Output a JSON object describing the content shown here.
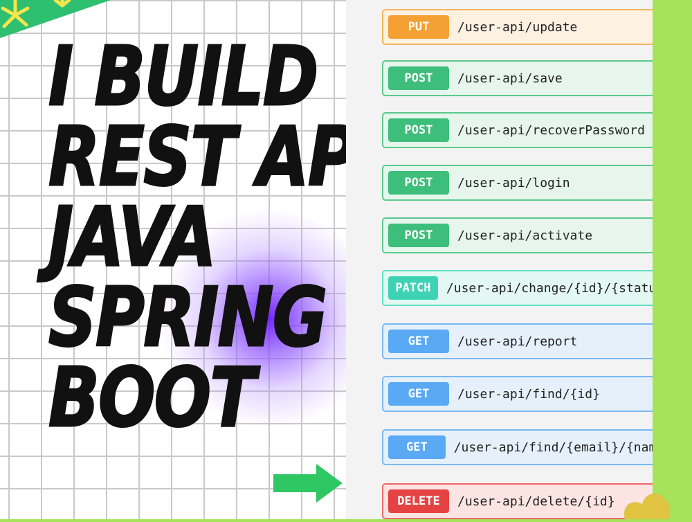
{
  "headline": {
    "lines": [
      "I BUILD",
      "REST API",
      "JAVA",
      "SPRING",
      "BOOT"
    ]
  },
  "endpoints": [
    {
      "method": "PUT",
      "path": "/user-api/update"
    },
    {
      "method": "POST",
      "path": "/user-api/save"
    },
    {
      "method": "POST",
      "path": "/user-api/recoverPassword"
    },
    {
      "method": "POST",
      "path": "/user-api/login"
    },
    {
      "method": "POST",
      "path": "/user-api/activate"
    },
    {
      "method": "PATCH",
      "path": "/user-api/change/{id}/{status}"
    },
    {
      "method": "GET",
      "path": "/user-api/report"
    },
    {
      "method": "GET",
      "path": "/user-api/find/{id}"
    },
    {
      "method": "GET",
      "path": "/user-api/find/{email}/{name}"
    },
    {
      "method": "DELETE",
      "path": "/user-api/delete/{id}"
    }
  ],
  "colors": {
    "background_green": "#a6e25a",
    "PUT": {
      "badge": "#f5a032",
      "row_bg": "#fdf1e2",
      "border": "#f6b35c"
    },
    "POST": {
      "badge": "#3dbe7a",
      "row_bg": "#e6f6ec",
      "border": "#5cc98c"
    },
    "PATCH": {
      "badge": "#3fd3b6",
      "row_bg": "#e4f8f3",
      "border": "#5fdcc3"
    },
    "GET": {
      "badge": "#5aa9f5",
      "row_bg": "#e6f0fb",
      "border": "#79b9f2"
    },
    "DELETE": {
      "badge": "#e54343",
      "row_bg": "#fbe4e2",
      "border": "#ec6a6a"
    },
    "arrow": "#2fc764",
    "glow": "#6e1eff"
  },
  "icons": {
    "arrow": "right-arrow-icon",
    "corner": "sunburst-icon"
  }
}
